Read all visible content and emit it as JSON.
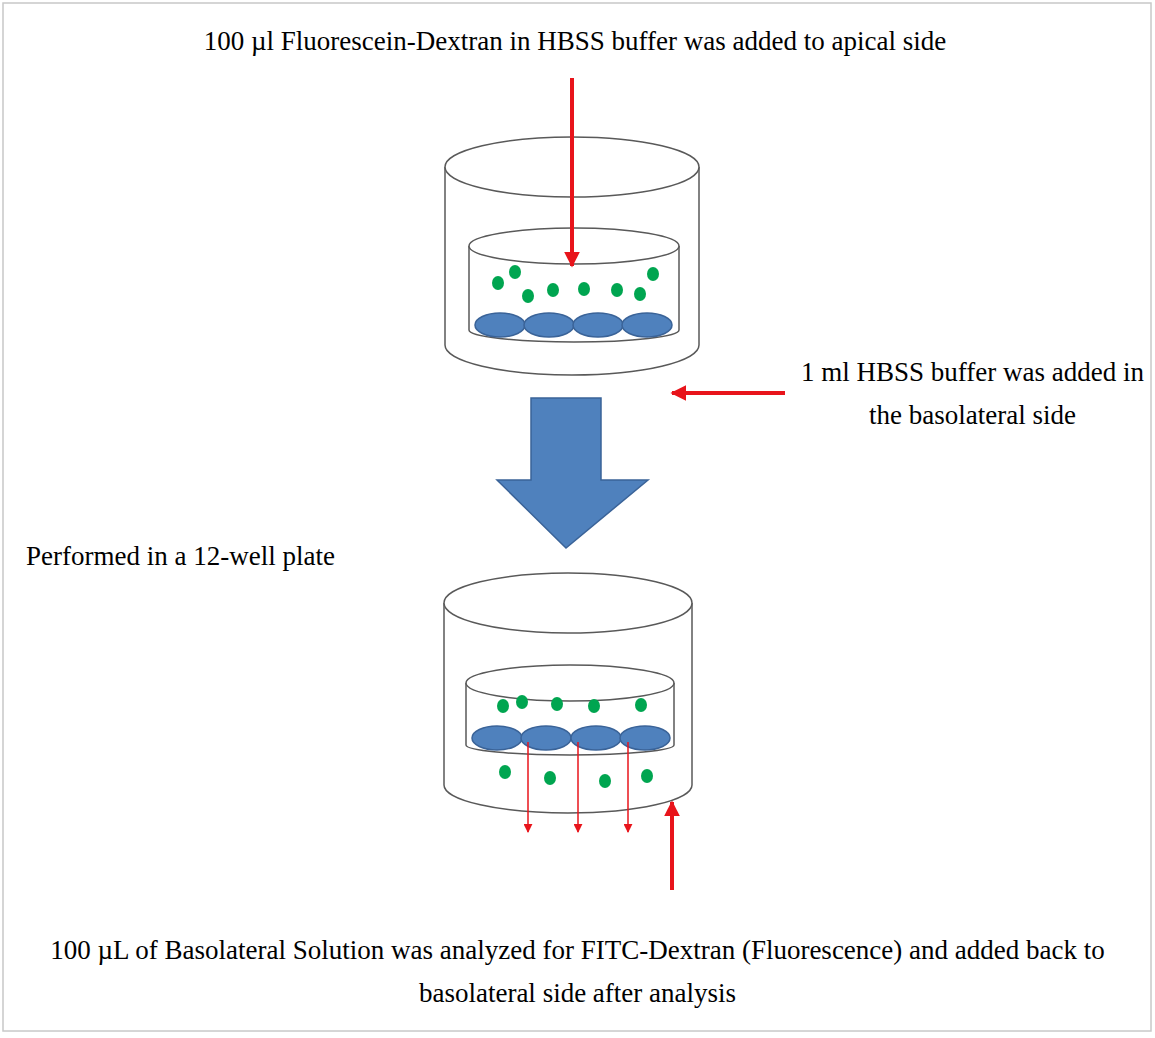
{
  "diagram": {
    "labels": [
      "100 µl Fluorescein-Dextran in HBSS buffer was added to apical side",
      "1 ml HBSS buffer was added in the basolateral side",
      "Performed in a 12-well plate",
      "100 µL of Basolateral Solution was analyzed for FITC-Dextran (Fluorescence) and added back to basolateral side after analysis"
    ]
  }
}
